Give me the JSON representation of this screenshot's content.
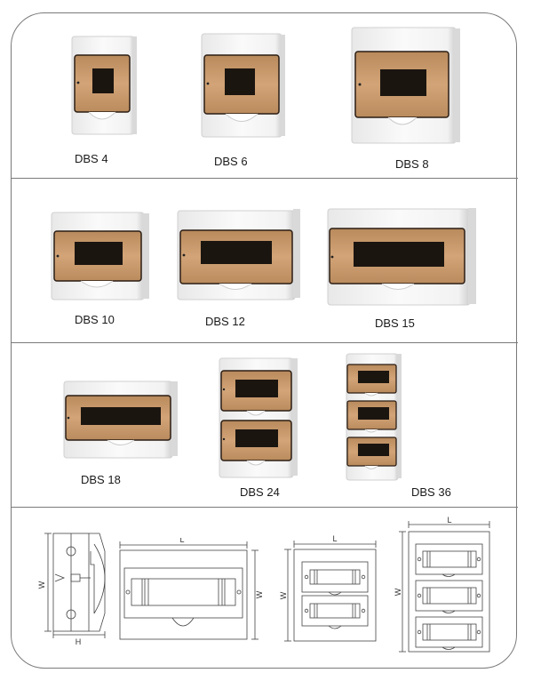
{
  "sheet": {
    "colors": {
      "frame": "#7a7a7a",
      "enclosure_body": "#f4f4f4",
      "enclosure_shadow": "#d6d6d6",
      "window_tint": "#c79a6b",
      "window_dark": "#1a1411",
      "line_drawing": "#444444"
    },
    "rows": [
      {
        "products": [
          {
            "model": "DBS 4",
            "modules": 4
          },
          {
            "model": "DBS 6",
            "modules": 6
          },
          {
            "model": "DBS 8",
            "modules": 8
          }
        ]
      },
      {
        "products": [
          {
            "model": "DBS 10",
            "modules": 10
          },
          {
            "model": "DBS 12",
            "modules": 12
          },
          {
            "model": "DBS 15",
            "modules": 15
          }
        ]
      },
      {
        "products": [
          {
            "model": "DBS 18",
            "modules": 18
          },
          {
            "model": "DBS 24",
            "modules": 24,
            "rows": 2
          },
          {
            "model": "DBS 36",
            "modules": 36,
            "rows": 3
          }
        ]
      }
    ],
    "drawings": {
      "side_view": {
        "height_label": "W",
        "depth_label": "H"
      },
      "single_row": {
        "length_label": "L",
        "height_label": "W"
      },
      "double_row": {
        "length_label": "L",
        "height_label": "W"
      },
      "triple_row": {
        "length_label": "L",
        "height_label": "W"
      }
    }
  }
}
